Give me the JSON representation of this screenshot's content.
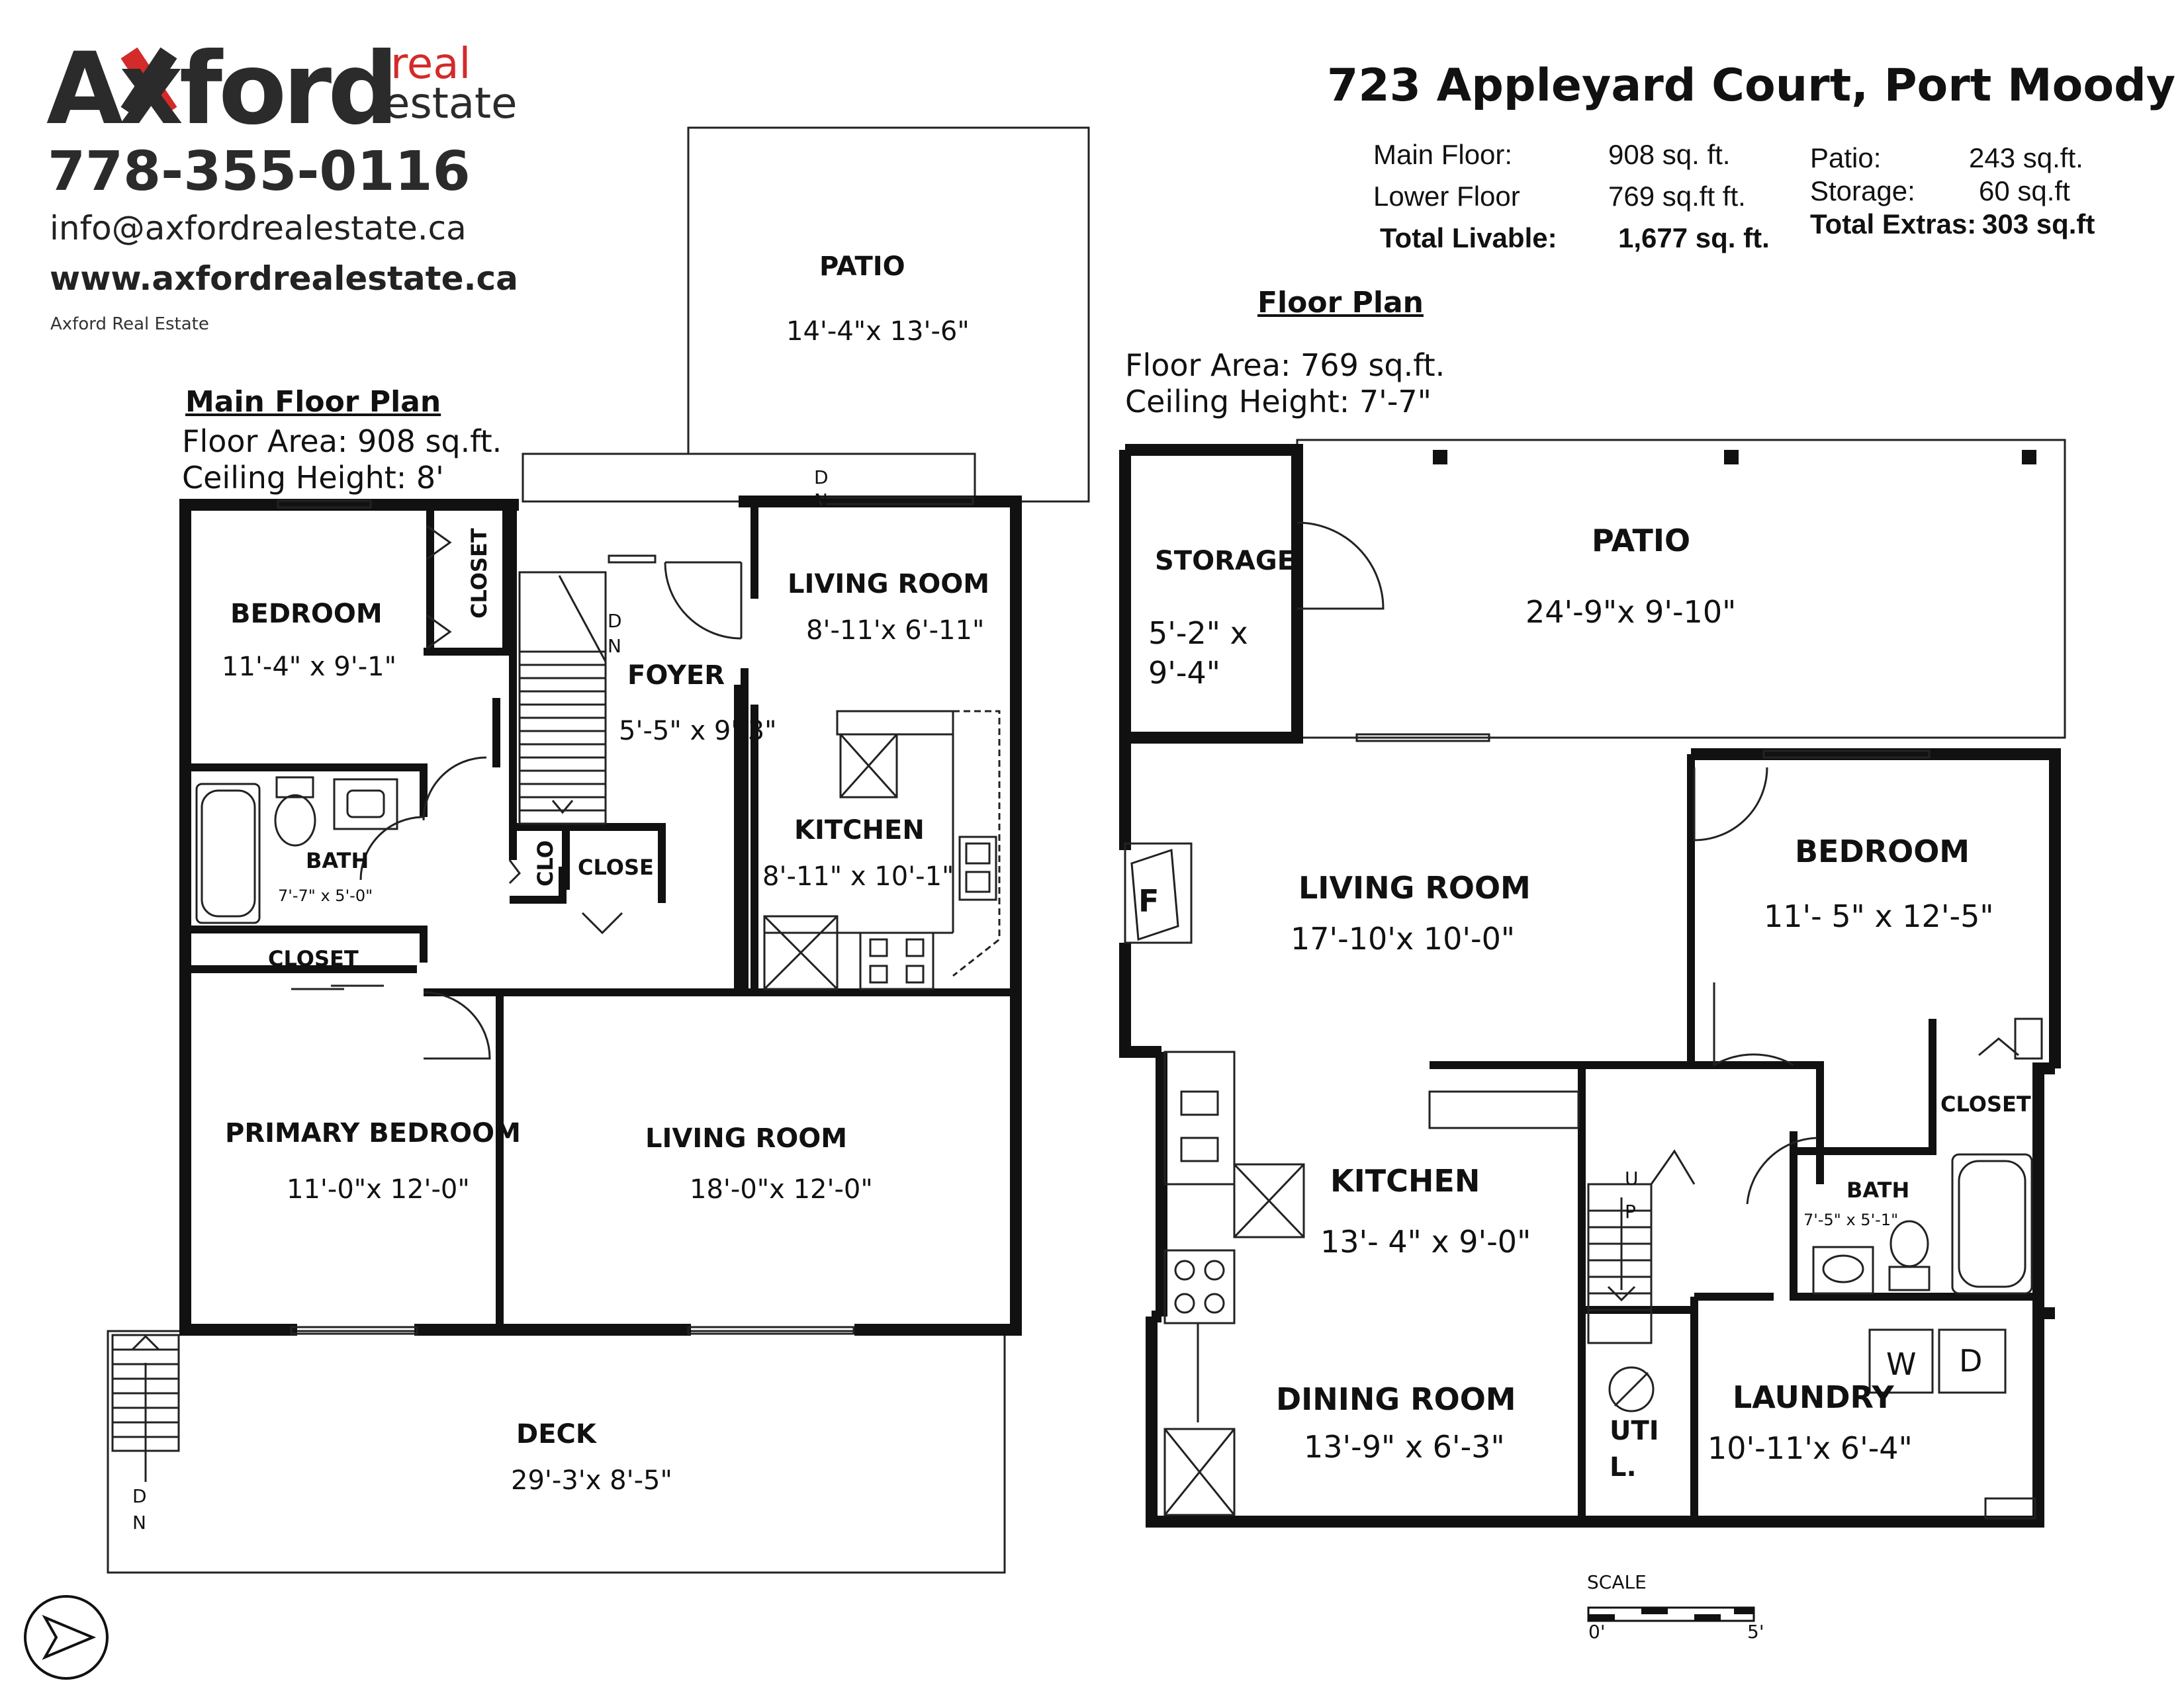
{
  "brand": {
    "logo_text": "Axford",
    "logo_sub1": "real",
    "logo_sub2": "estate",
    "accent_color": "#d42a2a",
    "phone": "778-355-0116",
    "email": "info@axfordrealestate.ca",
    "website": "www.axfordrealestate.ca",
    "company": "Axford Real Estate"
  },
  "property": {
    "address": "723 Appleyard Court, Port Moody",
    "areas": [
      {
        "label": "Main  Floor:",
        "value": "908  sq.  ft."
      },
      {
        "label": "Lower  Floor",
        "value": "769  sq.ft  ft."
      },
      {
        "label": "Total Livable:",
        "value": "1,677 sq. ft."
      }
    ],
    "extras": [
      {
        "label": "Patio:",
        "value": "243 sq.ft."
      },
      {
        "label": "Storage:",
        "value": "60 sq.ft"
      },
      {
        "label": "Total Extras:",
        "value": "303 sq.ft"
      }
    ]
  },
  "main_floor": {
    "title": "Main Floor Plan",
    "area": "Floor Area: 908 sq.ft.",
    "ceiling": "Ceiling Height: 8'",
    "rooms": {
      "patio": {
        "name": "PATIO",
        "dim": "14'-4\"x 13'-6\""
      },
      "bedroom": {
        "name": "BEDROOM",
        "dim": "11'-4\"   x 9'-1\""
      },
      "closet_top": {
        "name": "CLOSET"
      },
      "foyer": {
        "name": "FOYER",
        "dim": "5'-5\" x 9'-3\""
      },
      "living_top": {
        "name": "LIVING ROOM",
        "dim": "8'-11'x 6'-11\""
      },
      "kitchen": {
        "name": "KITCHEN",
        "dim": "8'-11\"   x 10'-1\""
      },
      "bath": {
        "name": "BATH",
        "dim": "7'-7\" x 5'-0\""
      },
      "clo": {
        "name": "CLO"
      },
      "close": {
        "name": "CLOSE"
      },
      "closet_mid": {
        "name": "CLOSET"
      },
      "primary": {
        "name": "PRIMARY BEDROOM",
        "dim": "11'-0\"x 12'-0\""
      },
      "living_main": {
        "name": "LIVING ROOM",
        "dim": "18'-0\"x 12'-0\""
      },
      "deck": {
        "name": "DECK",
        "dim": "29'-3'x 8'-5\""
      }
    }
  },
  "lower_floor": {
    "title": "Floor Plan",
    "area": "Floor Area: 769 sq.ft.",
    "ceiling": "Ceiling Height: 7'-7\"",
    "rooms": {
      "storage": {
        "name": "STORAGE",
        "dim1": "5'-2\" x",
        "dim2": "9'-4\""
      },
      "patio": {
        "name": "PATIO",
        "dim": "24'-9\"x 9'-10\""
      },
      "living": {
        "name": "LIVING  ROOM",
        "dim": "17'-10'x  10'-0\""
      },
      "bedroom": {
        "name": "BEDROOM",
        "dim": "11'- 5\" x  12'-5\""
      },
      "kitchen": {
        "name": "KITCHEN",
        "dim": "13'- 4\"   x   9'-0\""
      },
      "closet": {
        "name": "CLOSET"
      },
      "bath": {
        "name": "BATH",
        "dim": "7'-5\"  x  5'-1\""
      },
      "dining": {
        "name": "DINING ROOM",
        "dim": "13'-9\" x  6'-3\""
      },
      "utility": {
        "name1": "UTI",
        "name2": "L."
      },
      "laundry": {
        "name": "LAUNDRY",
        "dim": "10'-11'x 6'-4\""
      }
    },
    "fireplace": "F",
    "washer": "W",
    "dryer": "D"
  },
  "labels": {
    "dn": "D",
    "dn2": "N",
    "up": "U",
    "up2": "P"
  },
  "scale": {
    "label": "SCALE",
    "min": "0'",
    "max": "5'"
  }
}
